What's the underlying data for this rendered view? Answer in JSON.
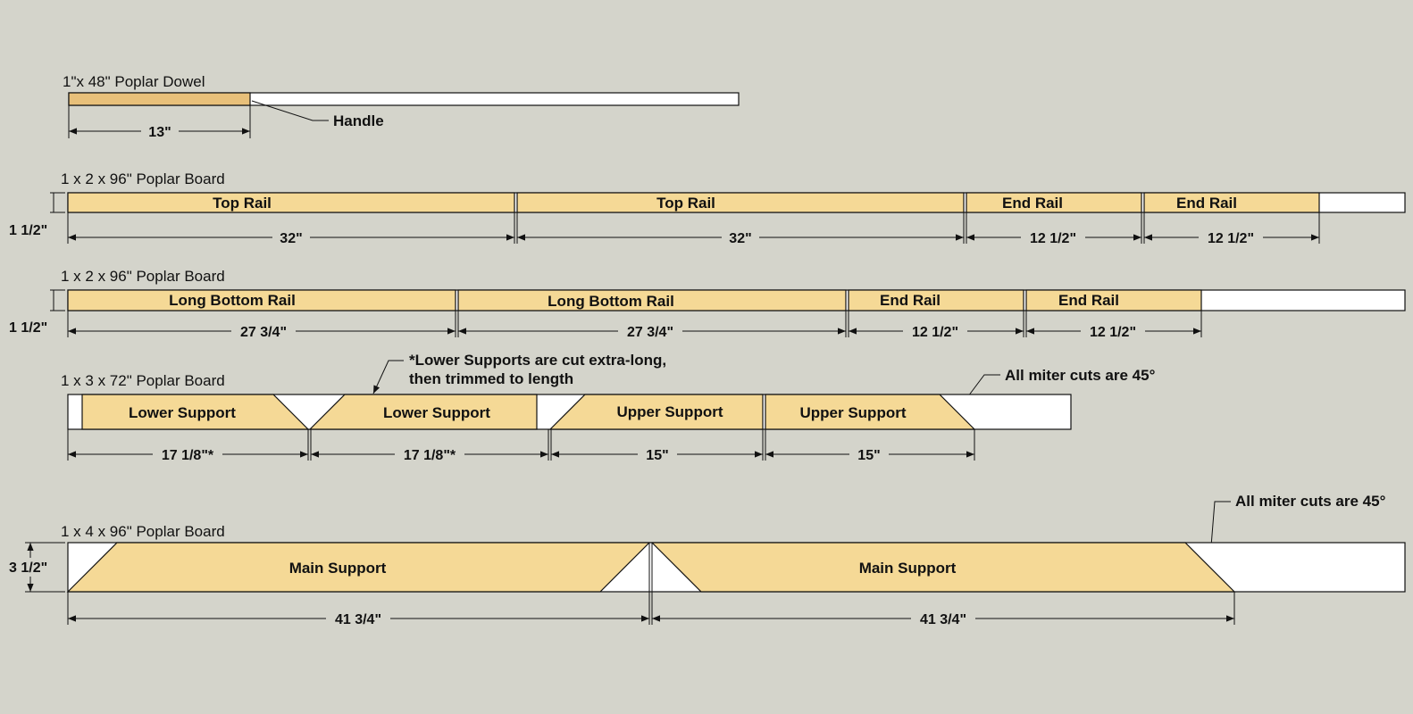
{
  "colors": {
    "background": "#d4d4cb",
    "wood": "#f5d996",
    "dowel": "#e8c07a",
    "offcut": "#ffffff",
    "line": "#111111"
  },
  "dowel": {
    "title": "1\"x 48\" Poplar Dowel",
    "handle_label": "Handle",
    "handle_dim": "13\""
  },
  "board1": {
    "title": "1 x 2 x 96\" Poplar Board",
    "side_dim": "1 1/2\"",
    "pieces": [
      {
        "label": "Top Rail",
        "dim": "32\""
      },
      {
        "label": "Top Rail",
        "dim": "32\""
      },
      {
        "label": "End Rail",
        "dim": "12 1/2\""
      },
      {
        "label": "End Rail",
        "dim": "12 1/2\""
      }
    ]
  },
  "board2": {
    "title": "1 x 2 x 96\" Poplar Board",
    "side_dim": "1 1/2\"",
    "pieces": [
      {
        "label": "Long Bottom Rail",
        "dim": "27 3/4\""
      },
      {
        "label": "Long Bottom Rail",
        "dim": "27 3/4\""
      },
      {
        "label": "End Rail",
        "dim": "12 1/2\""
      },
      {
        "label": "End Rail",
        "dim": "12 1/2\""
      }
    ]
  },
  "board3": {
    "title": "1 x 3 x 72\" Poplar Board",
    "note_line1": "*Lower Supports are cut extra-long,",
    "note_line2": "then trimmed to length",
    "miter_note": "All miter cuts are 45°",
    "pieces": [
      {
        "label": "Lower Support",
        "dim": "17 1/8\"*"
      },
      {
        "label": "Lower Support",
        "dim": "17 1/8\"*"
      },
      {
        "label": "Upper Support",
        "dim": "15\""
      },
      {
        "label": "Upper Support",
        "dim": "15\""
      }
    ]
  },
  "board4": {
    "title": "1 x 4 x 96\" Poplar Board",
    "side_dim": "3 1/2\"",
    "miter_note": "All miter cuts are 45°",
    "pieces": [
      {
        "label": "Main Support",
        "dim": "41 3/4\""
      },
      {
        "label": "Main Support",
        "dim": "41 3/4\""
      }
    ]
  }
}
